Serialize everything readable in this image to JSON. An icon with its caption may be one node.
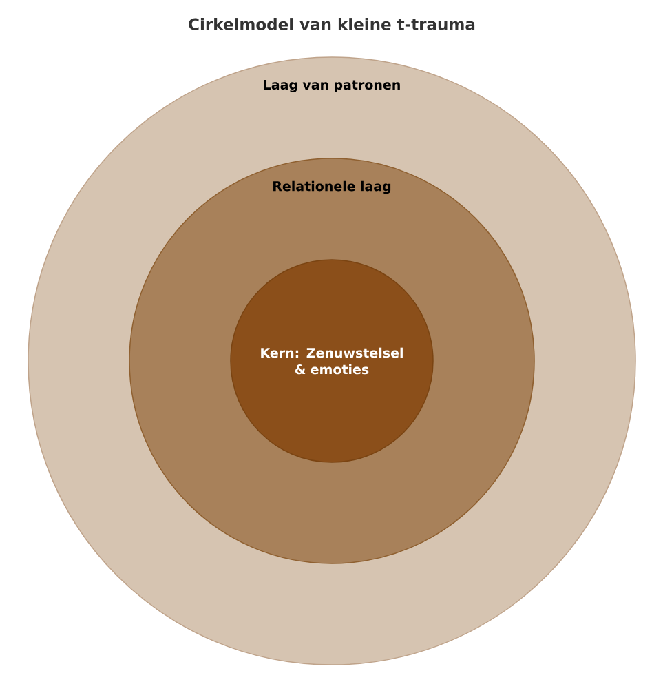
{
  "diagram": {
    "title": "Cirkelmodel van kleine t-trauma",
    "nodes": [
      {
        "text": [
          "Laag van patronen"
        ]
      },
      {
        "text": [
          "Relationele laag"
        ],
        "in": 0
      },
      {
        "text": [
          "Kern: Zenuwstelsel & emoties"
        ],
        "in": 1
      }
    ]
  }
}
